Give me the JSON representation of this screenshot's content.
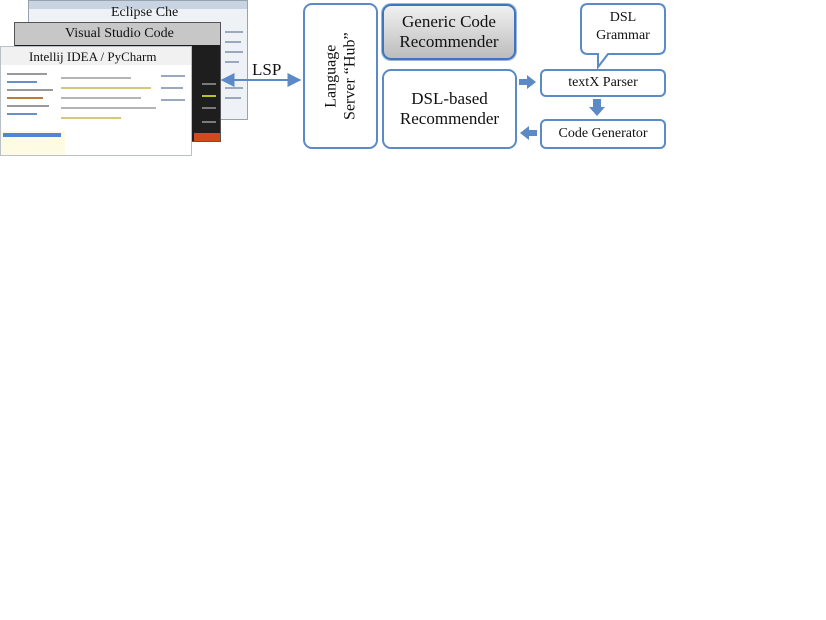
{
  "ides": {
    "eclipse": "Eclipse Che",
    "vscode": "Visual Studio Code",
    "intellij": "Intellij IDEA / PyCharm"
  },
  "lsp_label": "LSP",
  "hub": {
    "line1": "Language",
    "line2": "Server “Hub”"
  },
  "generic": {
    "line1": "Generic Code",
    "line2": "Recommender"
  },
  "dsl_recommender": {
    "line1": "DSL-based",
    "line2": "Recommender"
  },
  "grammar": {
    "line1": "DSL",
    "line2": "Grammar"
  },
  "parser": "textX Parser",
  "codegen": "Code Generator",
  "colors": {
    "accent": "#5b8ac6",
    "arrow": "#5b8ac6",
    "generic_border": "#3f74bf"
  }
}
